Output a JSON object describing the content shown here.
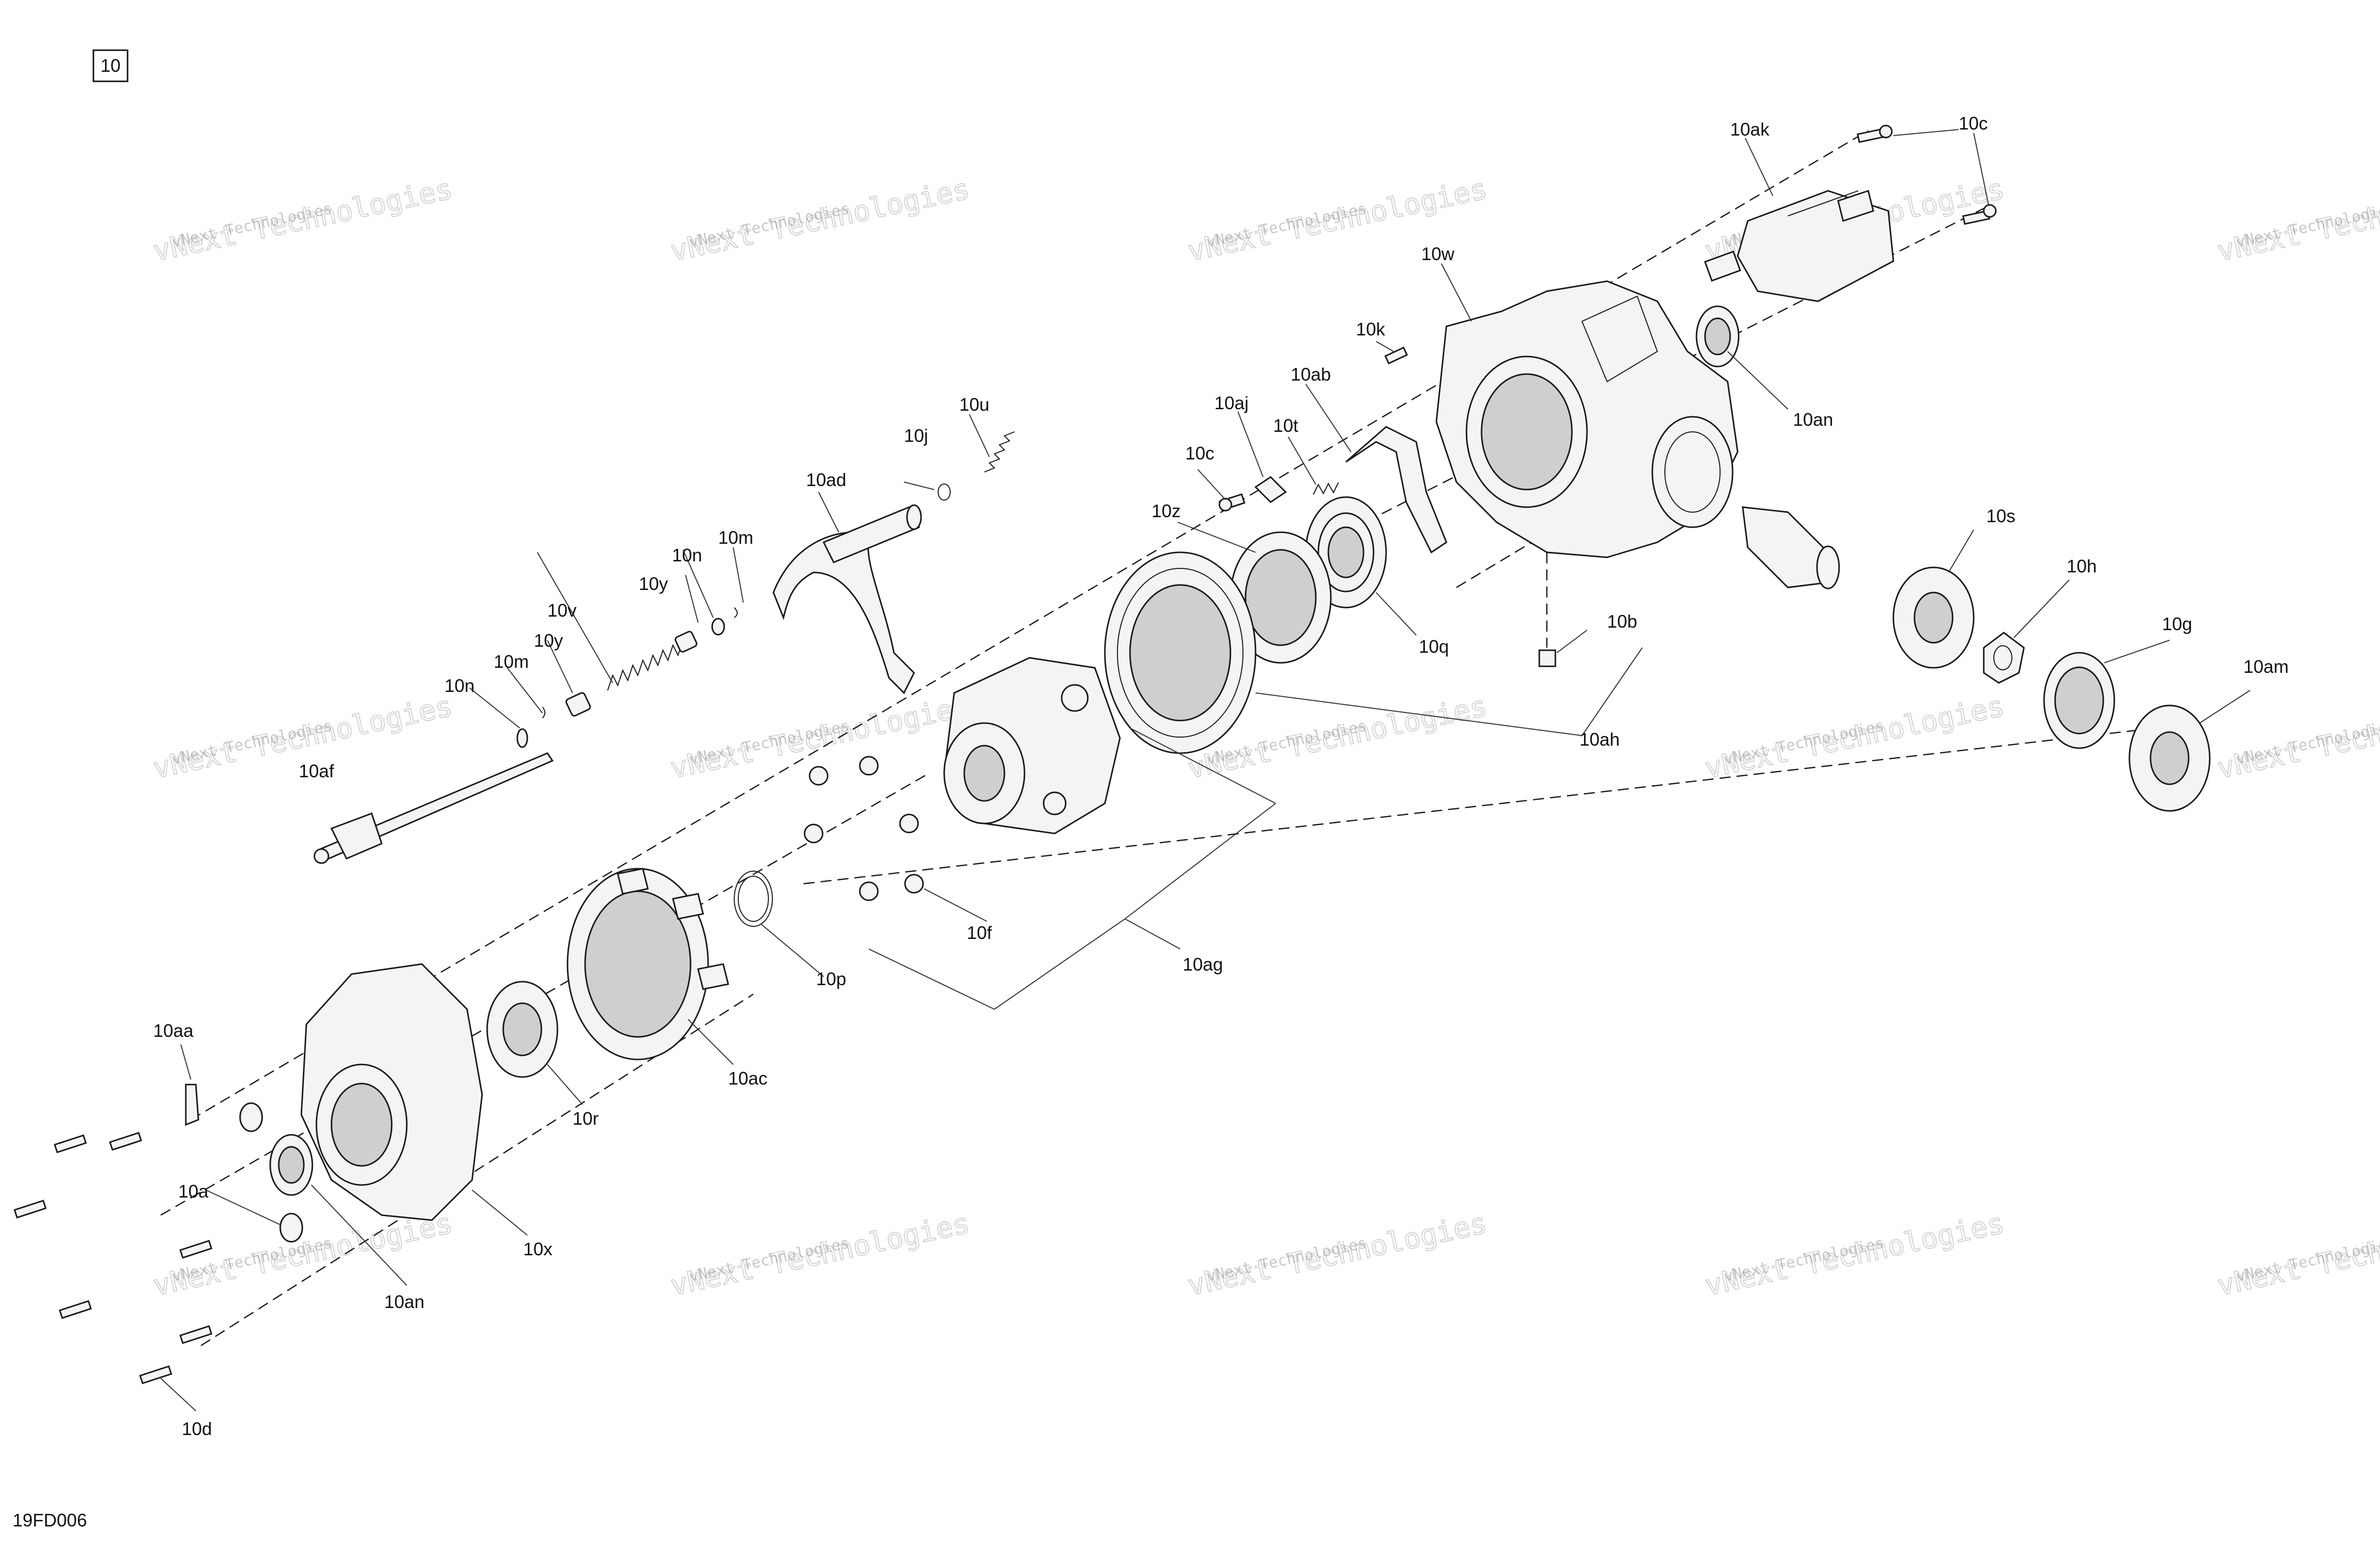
{
  "diagram": {
    "page_number": "10",
    "doc_code": "19FD006",
    "watermark": {
      "line1": "vNext Technologies",
      "line2": "vNext Technologies"
    },
    "labels": {
      "10ak": "10ak",
      "10c": "10c",
      "10w": "10w",
      "10k": "10k",
      "10ab": "10ab",
      "10an": "10an",
      "10u": "10u",
      "10aj": "10aj",
      "10t": "10t",
      "10j": "10j",
      "10c2": "10c",
      "10ad": "10ad",
      "10z": "10z",
      "10s": "10s",
      "10m": "10m",
      "10n": "10n",
      "10h": "10h",
      "10y": "10y",
      "10q": "10q",
      "10b": "10b",
      "10v": "10v",
      "10g": "10g",
      "10y2": "10y",
      "10m2": "10m",
      "10am": "10am",
      "10n2": "10n",
      "10ah": "10ah",
      "10af": "10af",
      "10f": "10f",
      "10p": "10p",
      "10ag": "10ag",
      "10aa": "10aa",
      "10ac": "10ac",
      "10r": "10r",
      "10a": "10a",
      "10x": "10x",
      "10an2": "10an",
      "10d": "10d"
    }
  }
}
